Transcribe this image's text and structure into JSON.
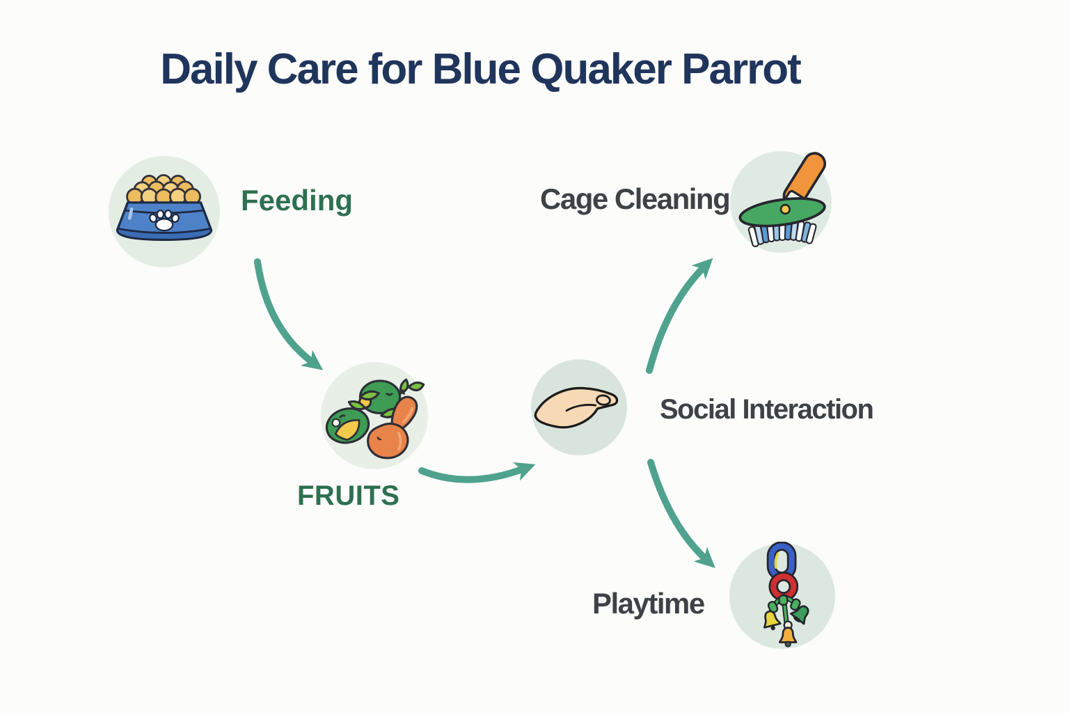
{
  "title": {
    "text": "Daily Care for Blue Quaker Parrot",
    "color": "#20355C"
  },
  "palette": {
    "background": "#FCFCFB",
    "arrow": "#4FA28D",
    "green_label": "#2E7051",
    "gray_label": "#3E4145",
    "circle_fill": "#E3EDE4"
  },
  "nodes": [
    {
      "id": "feeding",
      "label": "Feeding",
      "icon": "food-bowl-icon",
      "label_style": "green"
    },
    {
      "id": "fruits",
      "label": "FRUITS",
      "icon": "fruits-icon",
      "label_style": "green"
    },
    {
      "id": "cage-cleaning",
      "label": "Cage Cleaning",
      "icon": "cleaning-brush-icon",
      "label_style": "gray"
    },
    {
      "id": "social-interaction",
      "label": "Social Interaction",
      "icon": "open-hand-icon",
      "label_style": "gray"
    },
    {
      "id": "playtime",
      "label": "Playtime",
      "icon": "bird-toy-icon",
      "label_style": "gray"
    }
  ],
  "edges": [
    {
      "from": "feeding",
      "to": "fruits"
    },
    {
      "from": "fruits",
      "to": "social-interaction"
    },
    {
      "from": "social-interaction",
      "to": "cage-cleaning"
    },
    {
      "from": "social-interaction",
      "to": "playtime"
    }
  ]
}
